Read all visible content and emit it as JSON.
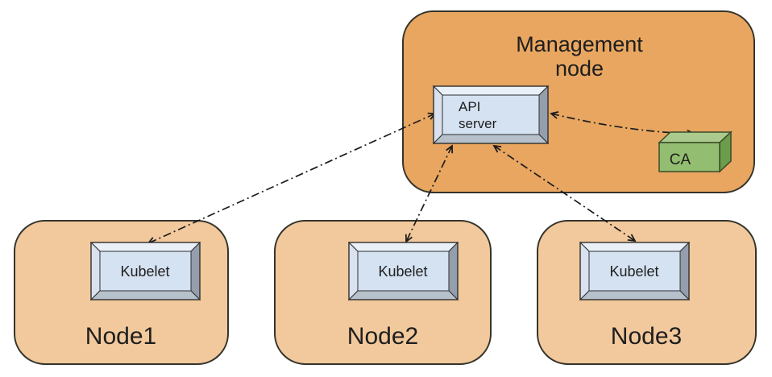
{
  "diagram": {
    "management_node": {
      "title_line1": "Management",
      "title_line2": "node",
      "api_server": {
        "line1": "API",
        "line2": "server"
      },
      "ca": {
        "label": "CA"
      }
    },
    "nodes": [
      {
        "label": "Node1",
        "component": "Kubelet"
      },
      {
        "label": "Node2",
        "component": "Kubelet"
      },
      {
        "label": "Node3",
        "component": "Kubelet"
      }
    ],
    "connections": [
      {
        "from": "API server",
        "to": "Kubelet on Node1",
        "style": "dash-dot",
        "bidirectional": true
      },
      {
        "from": "API server",
        "to": "Kubelet on Node2",
        "style": "dash-dot",
        "bidirectional": true
      },
      {
        "from": "API server",
        "to": "Kubelet on Node3",
        "style": "dash-dot",
        "bidirectional": true
      },
      {
        "from": "API server",
        "to": "CA",
        "style": "dash-dot",
        "bidirectional": true
      }
    ],
    "colors": {
      "management_fill": "#E8A660",
      "node_fill": "#F2C99C",
      "container_outline": "#34342C",
      "box_face": "#D5E2F2",
      "box_bevel_top": "#EAF0F8",
      "box_bevel_left": "#D9E2EE",
      "box_bevel_right": "#949EAD",
      "box_bevel_bottom": "#B7C1CC",
      "box_outline": "#2E2E2E",
      "ca_front": "#93BE71",
      "ca_top": "#ABCB8E",
      "ca_side": "#6C9D4D",
      "ca_outline": "#3A4A28",
      "arrow_color": "#1C1C1C"
    }
  }
}
